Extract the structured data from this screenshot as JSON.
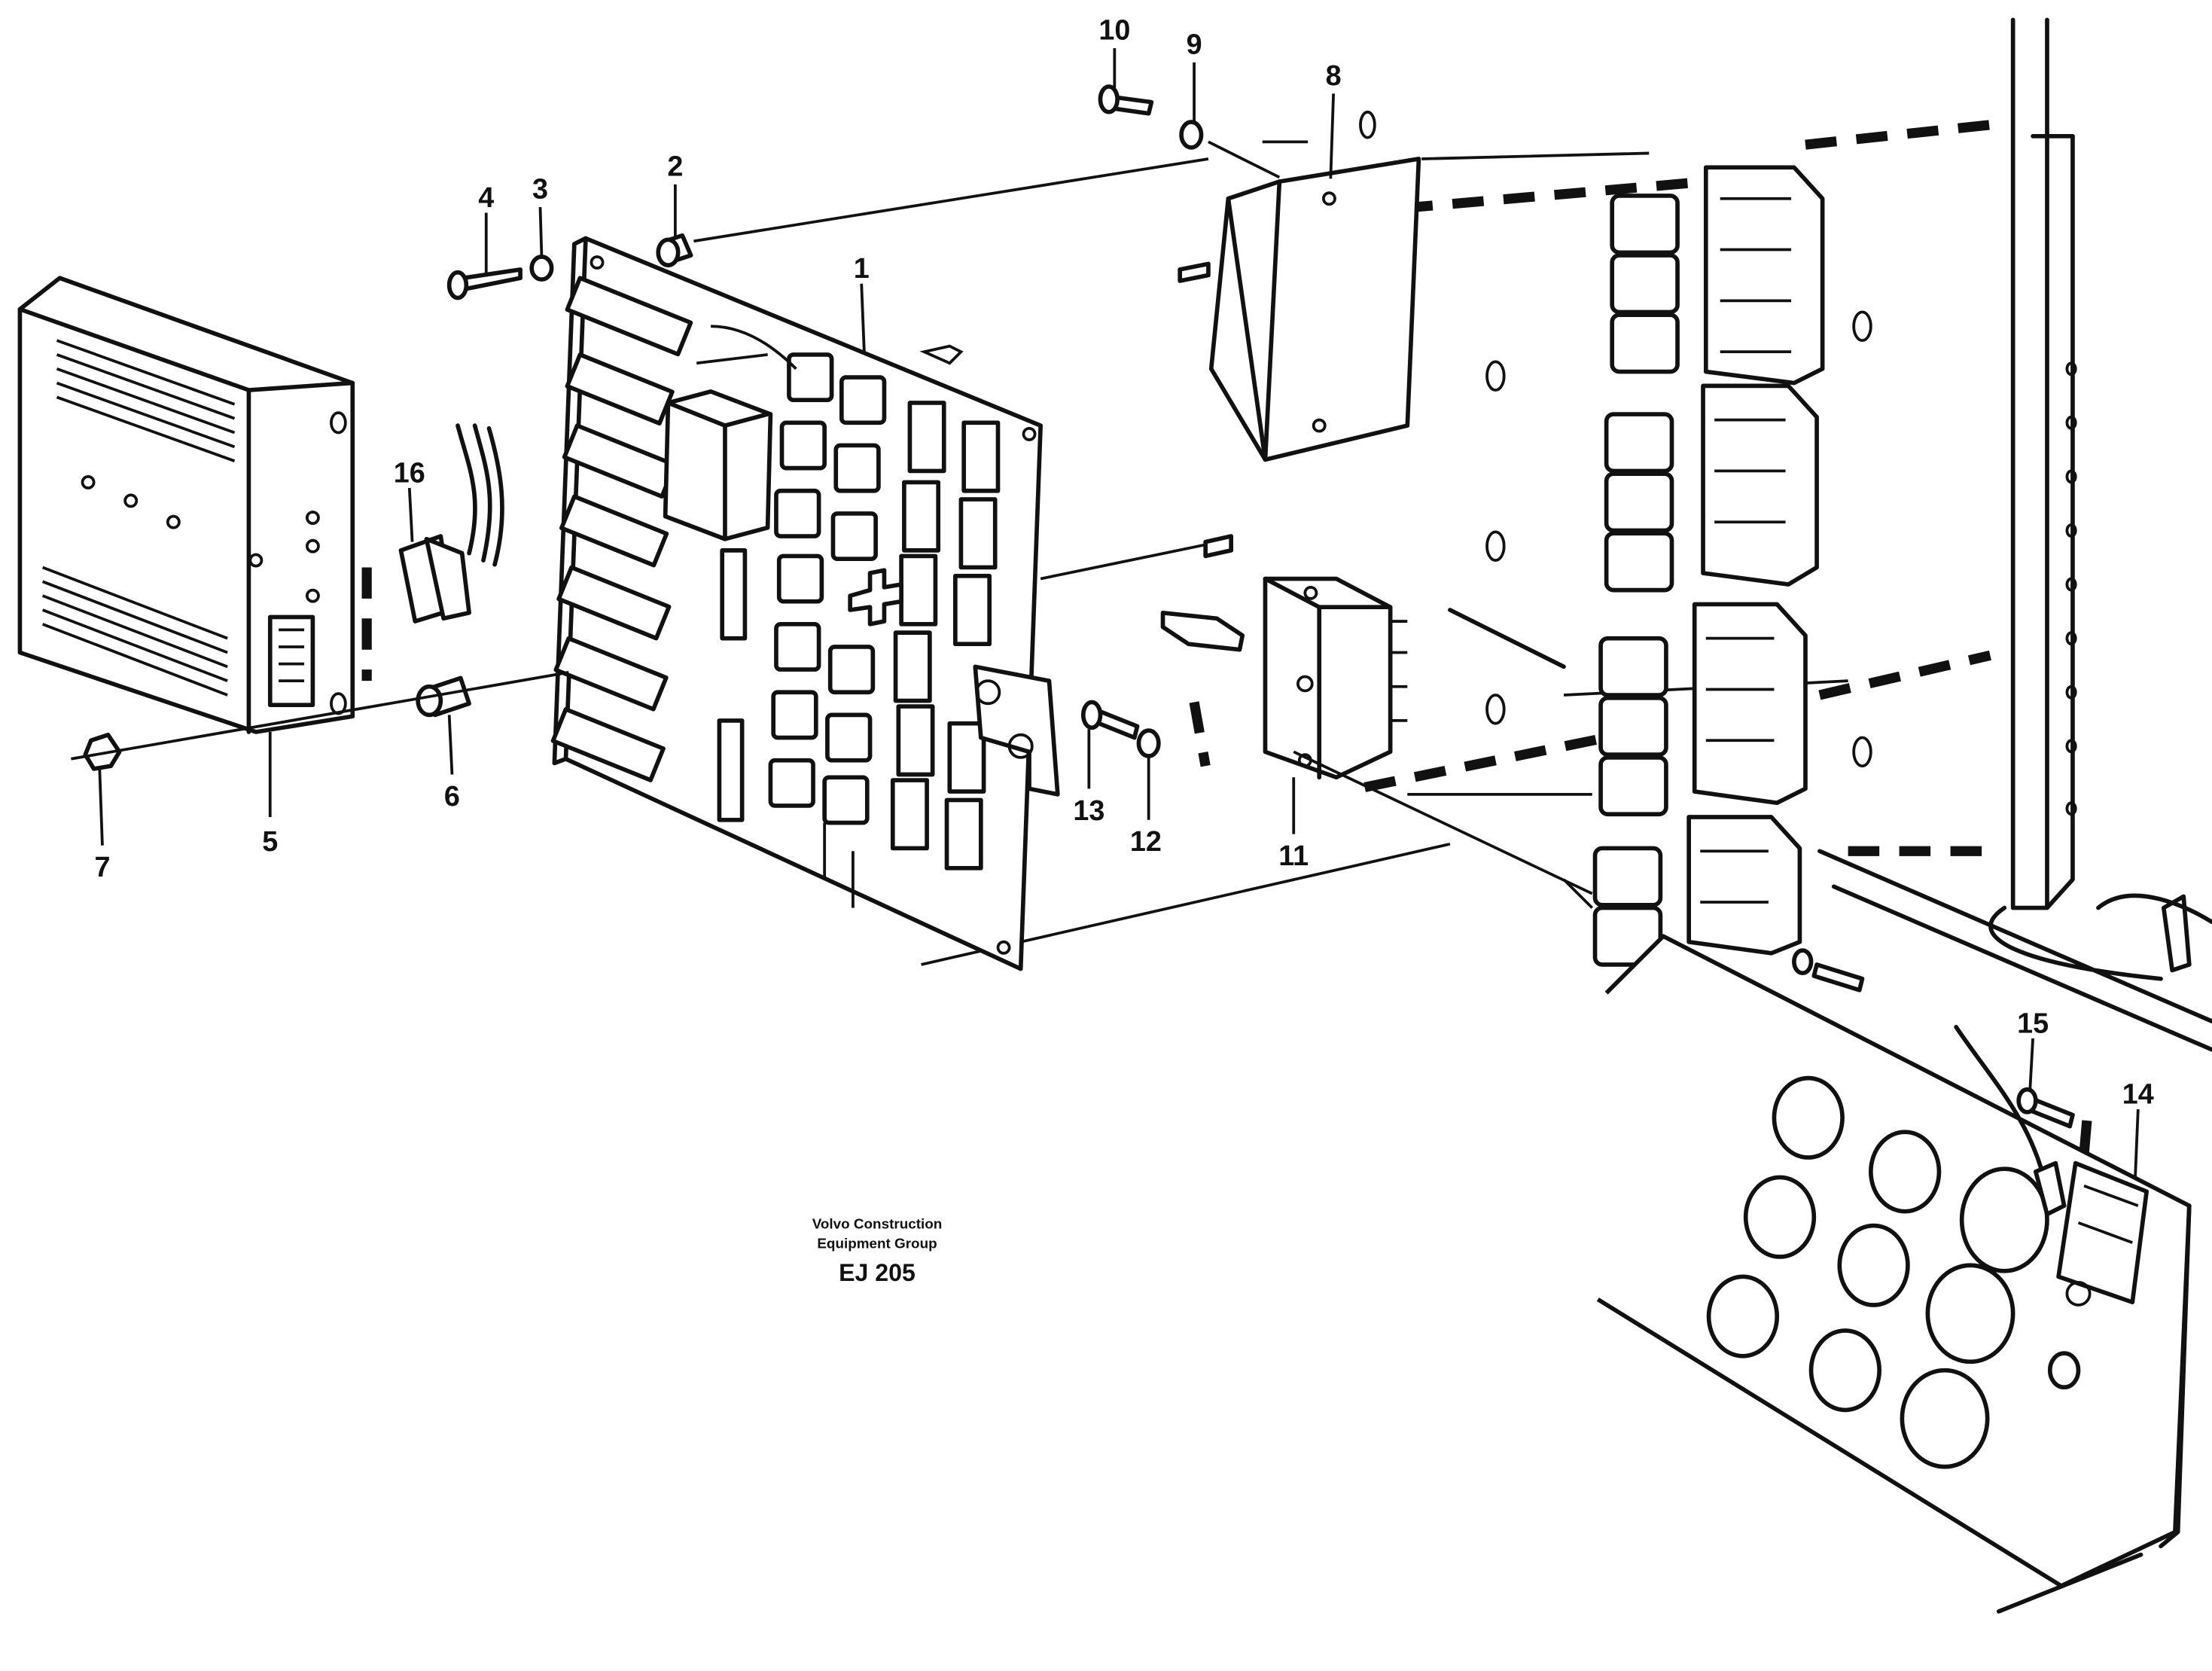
{
  "callouts": [
    "1",
    "2",
    "3",
    "4",
    "5",
    "6",
    "7",
    "8",
    "9",
    "10",
    "11",
    "12",
    "13",
    "14",
    "15",
    "16"
  ],
  "caption": {
    "line1": "Volvo Construction",
    "line2": "Equipment Group",
    "code": "EJ 205"
  }
}
